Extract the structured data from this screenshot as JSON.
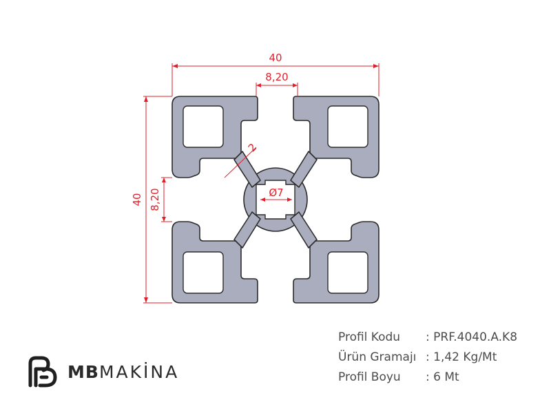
{
  "diagram": {
    "dim_overall_width": "40",
    "dim_overall_height": "40",
    "dim_slot_top": "8,20",
    "dim_slot_left": "8,20",
    "dim_wall": "2",
    "dim_bore": "Ø7"
  },
  "specs": [
    {
      "label": "Profil Kodu",
      "value": ": PRF.4040.A.K8"
    },
    {
      "label": "Ürün Gramajı",
      "value": ": 1,42 Kg/Mt"
    },
    {
      "label": "Profil Boyu",
      "value": ": 6 Mt"
    }
  ],
  "brand": {
    "bold": "MB",
    "light": "MAKİNA",
    "logo_icon": "mb-logo-icon"
  },
  "colors": {
    "profile_fill": "#a9adbd",
    "profile_stroke": "#2b2b2b",
    "dimension": "#e0202a"
  }
}
